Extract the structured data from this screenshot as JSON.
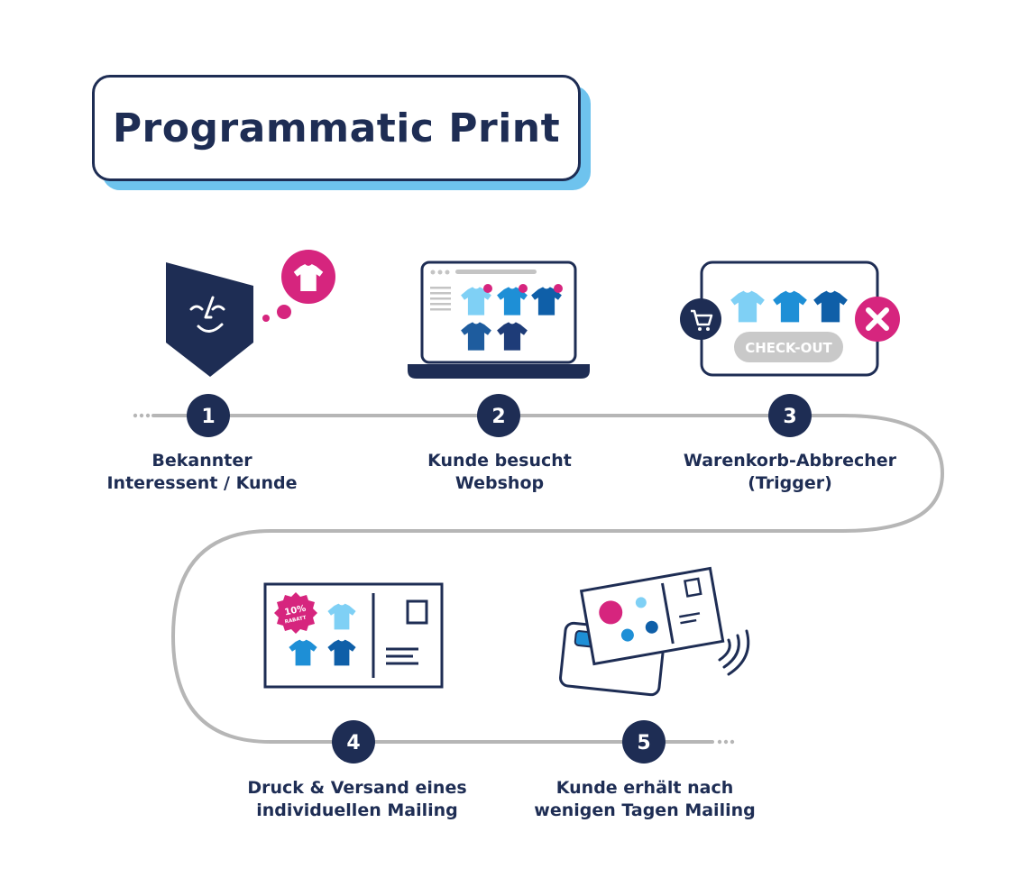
{
  "title": "Programmatic Print",
  "steps": [
    {
      "number": "1",
      "lines": [
        "Bekannter",
        "Interessent / Kunde"
      ]
    },
    {
      "number": "2",
      "lines": [
        "Kunde besucht",
        "Webshop"
      ]
    },
    {
      "number": "3",
      "lines": [
        "Warenkorb-Abbrecher",
        "(Trigger)"
      ]
    },
    {
      "number": "4",
      "lines": [
        "Druck & Versand eines",
        "individuellen Mailing"
      ]
    },
    {
      "number": "5",
      "lines": [
        "Kunde erhält nach",
        "wenigen Tagen Mailing"
      ]
    }
  ],
  "illustrations": {
    "checkout_label": "CHECK-OUT",
    "discount_top": "10%",
    "discount_bottom": "RABATT"
  },
  "colors": {
    "navy": "#1e2d54",
    "accent_blue": "#6ec3ee",
    "magenta": "#d6257e",
    "line_gray": "#b6b6b6",
    "shirt_light": "#7fd0f5",
    "shirt_mid": "#1e8fd6",
    "shirt_dark": "#0f5fa8",
    "shirt_navy": "#1e3c78"
  },
  "icons": [
    "face-badge-icon",
    "thought-bubble-shirt-icon",
    "laptop-webshop-icon",
    "cart-icon",
    "close-x-icon",
    "postcard-icon",
    "discount-badge-icon",
    "mailbox-postcard-icon",
    "signal-waves-icon"
  ]
}
